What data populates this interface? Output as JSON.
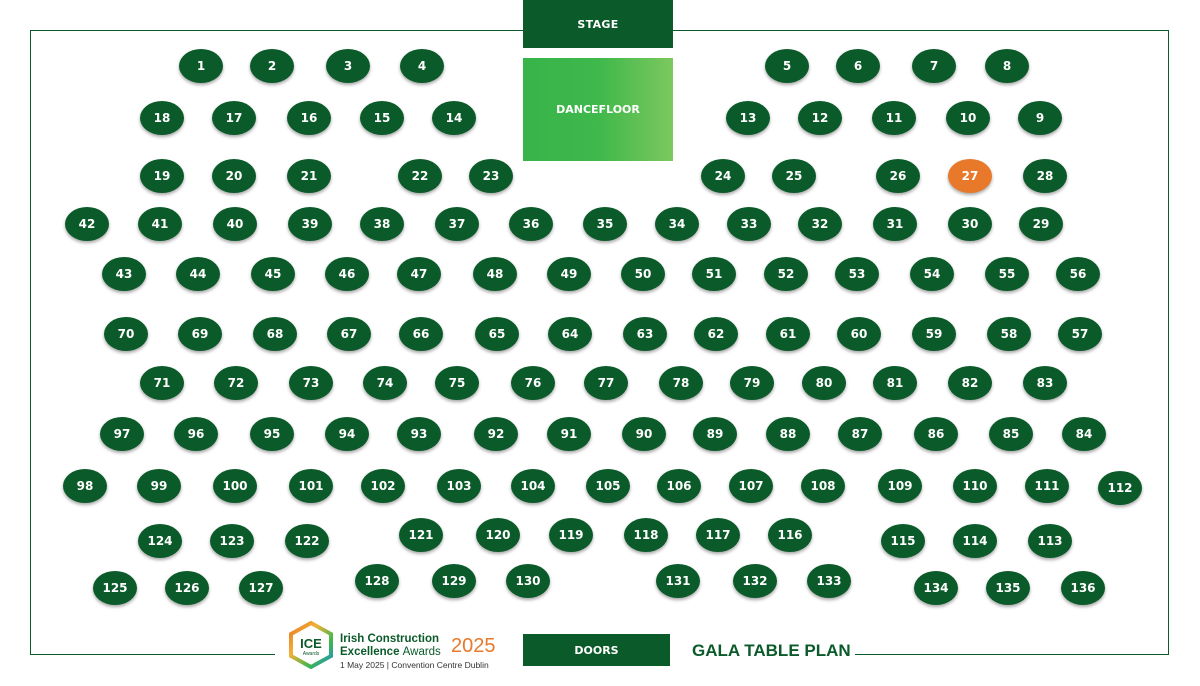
{
  "labels": {
    "stage": "STAGE",
    "dancefloor": "DANCEFLOOR",
    "doors": "DOORS",
    "plan_title": "GALA TABLE PLAN"
  },
  "logo": {
    "mark": "ICE",
    "mark_sub": "Awards",
    "line1": "Irish Construction",
    "line2a": "Excellence",
    "line2b": "Awards",
    "year": "2025",
    "subline": "1 May 2025 | Convention Centre Dublin"
  },
  "colors": {
    "table": "#0b5a2a",
    "highlight": "#e8782a",
    "dancefloor": "#3fb84b"
  },
  "highlighted_table": "27",
  "table_rows": [
    [
      "1",
      "2",
      "3",
      "4",
      "5",
      "6",
      "7",
      "8"
    ],
    [
      "18",
      "17",
      "16",
      "15",
      "14",
      "13",
      "12",
      "11",
      "10",
      "9"
    ],
    [
      "19",
      "20",
      "21",
      "22",
      "23",
      "24",
      "25",
      "26",
      "27",
      "28"
    ],
    [
      "42",
      "41",
      "40",
      "39",
      "38",
      "37",
      "36",
      "35",
      "34",
      "33",
      "32",
      "31",
      "30",
      "29"
    ],
    [
      "43",
      "44",
      "45",
      "46",
      "47",
      "48",
      "49",
      "50",
      "51",
      "52",
      "53",
      "54",
      "55",
      "56"
    ],
    [
      "70",
      "69",
      "68",
      "67",
      "66",
      "65",
      "64",
      "63",
      "62",
      "61",
      "60",
      "59",
      "58",
      "57"
    ],
    [
      "71",
      "72",
      "73",
      "74",
      "75",
      "76",
      "77",
      "78",
      "79",
      "80",
      "81",
      "82",
      "83"
    ],
    [
      "97",
      "96",
      "95",
      "94",
      "93",
      "92",
      "91",
      "90",
      "89",
      "88",
      "87",
      "86",
      "85",
      "84"
    ],
    [
      "98",
      "99",
      "100",
      "101",
      "102",
      "103",
      "104",
      "105",
      "106",
      "107",
      "108",
      "109",
      "110",
      "111",
      "112"
    ],
    [
      "124",
      "123",
      "122",
      "121",
      "120",
      "119",
      "118",
      "117",
      "116",
      "115",
      "114",
      "113"
    ],
    [
      "125",
      "126",
      "127",
      "128",
      "129",
      "130",
      "131",
      "132",
      "133",
      "134",
      "135",
      "136"
    ]
  ]
}
